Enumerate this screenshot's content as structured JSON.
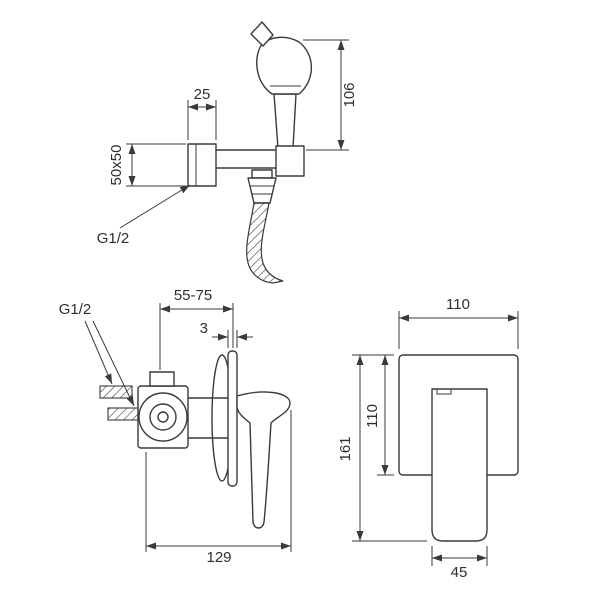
{
  "views": {
    "sprayer": {
      "bracket_width": "25",
      "height": "106",
      "flange_size": "50x50",
      "thread": "G1/2"
    },
    "mixer_side": {
      "mounting_depth": "55-75",
      "plate_thickness": "3",
      "thread": "G1/2",
      "overall_length": "129"
    },
    "mixer_front": {
      "plate_width": "110",
      "plate_height": "110",
      "overall_height": "161",
      "handle_width": "45"
    }
  },
  "style": {
    "line_color": "#3a3a3a",
    "background": "#ffffff"
  }
}
